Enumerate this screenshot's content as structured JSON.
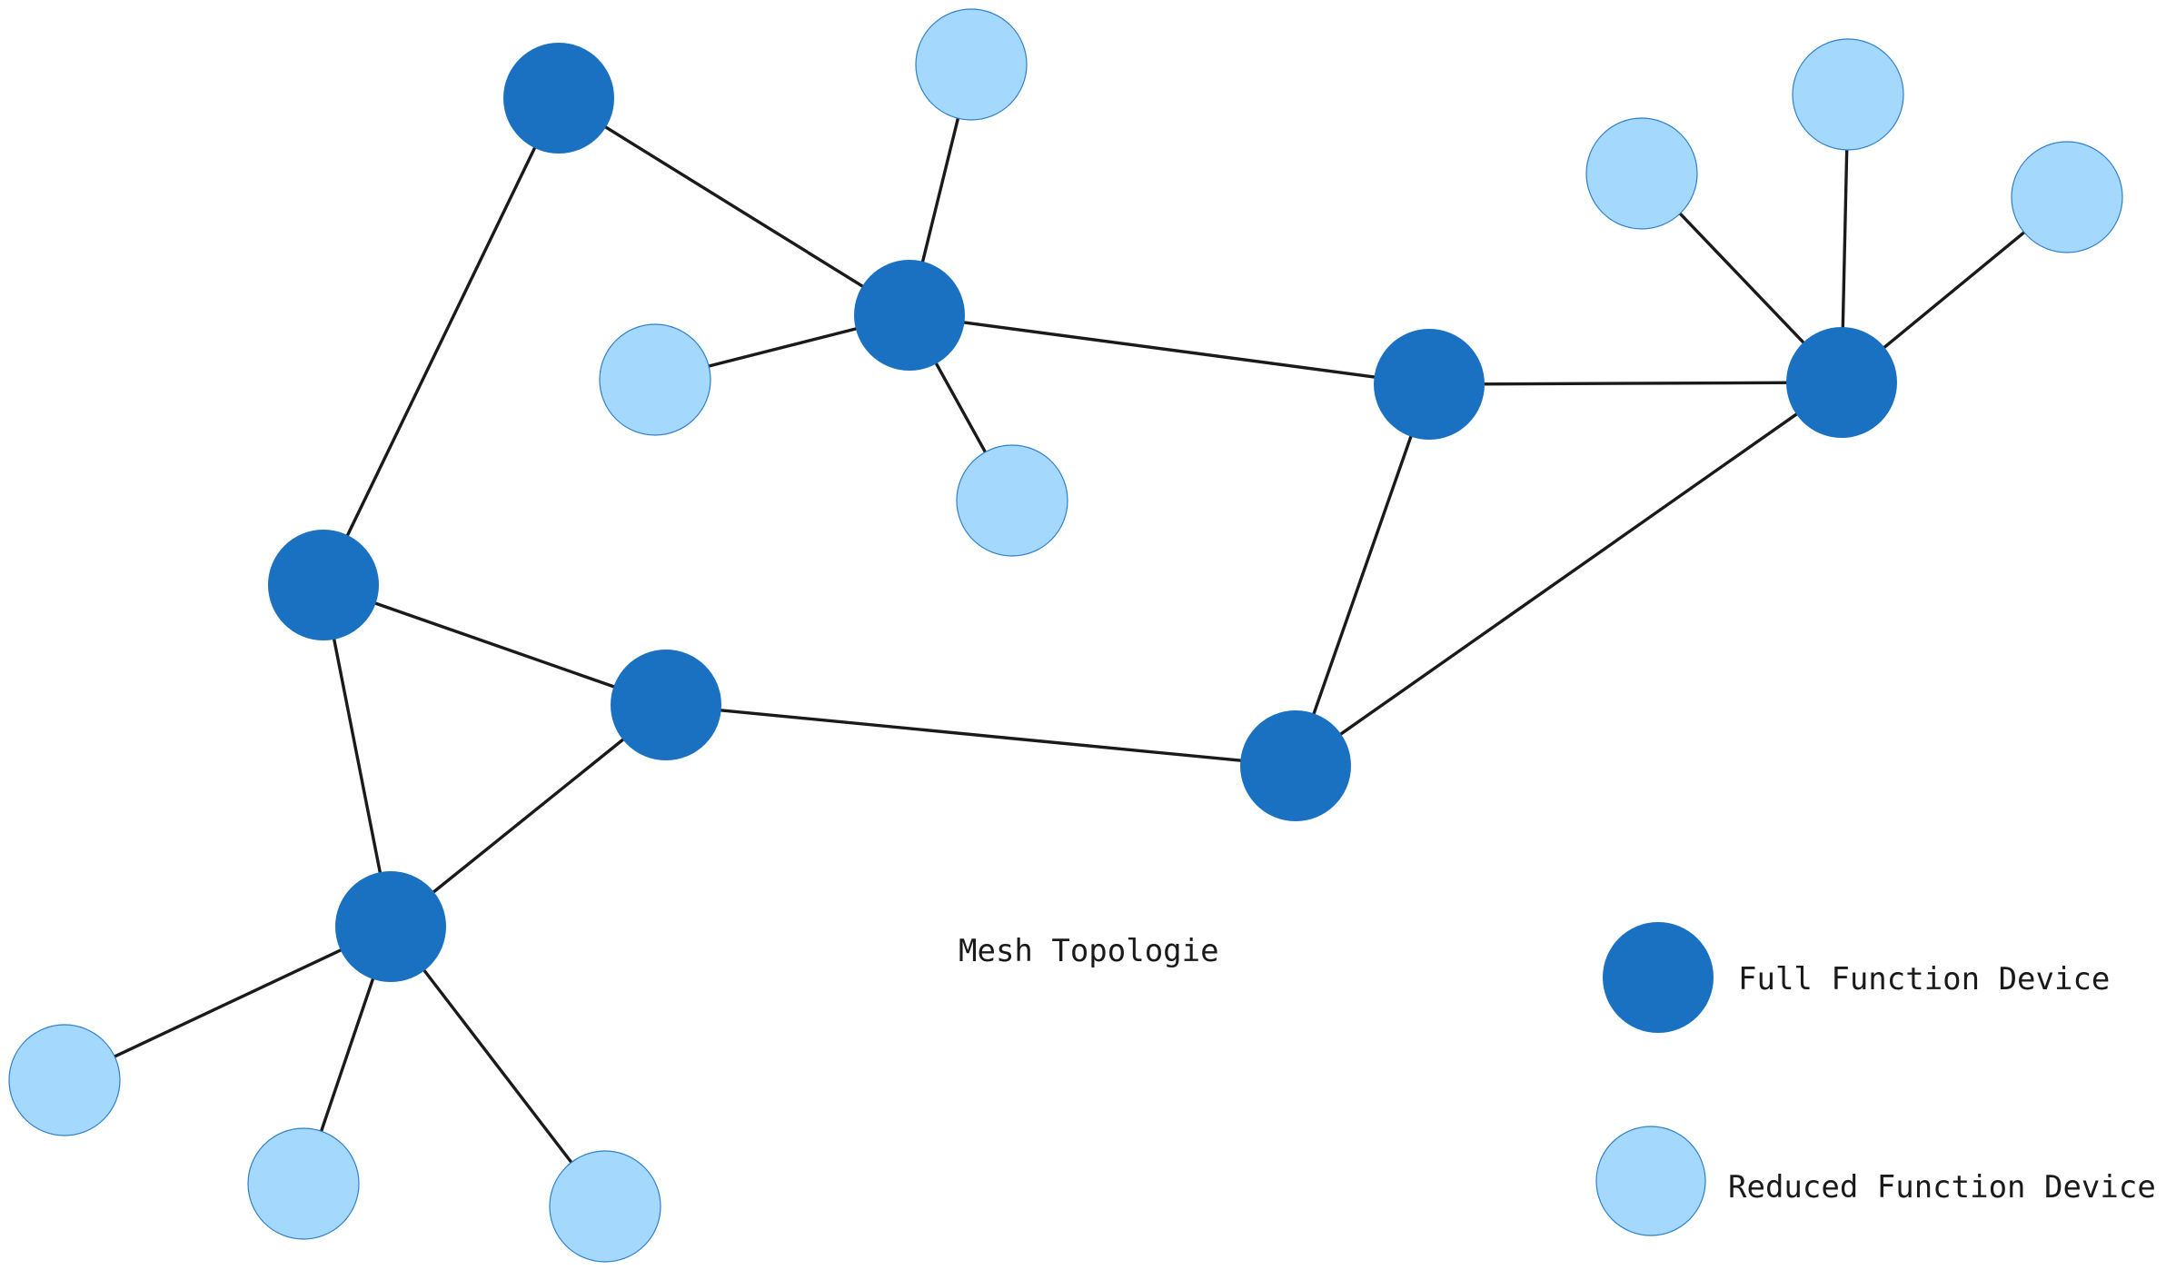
{
  "diagram": {
    "title": "Mesh Topologie",
    "colors": {
      "full_function_device": "#1a71c2",
      "reduced_function_device": "#a5d8fd",
      "edge": "#1a1a1a"
    },
    "legend": {
      "full_function_device": "Full Function Device",
      "reduced_function_device": "Reduced Function Device"
    },
    "node_types": [
      "full_function_device",
      "reduced_function_device"
    ]
  }
}
